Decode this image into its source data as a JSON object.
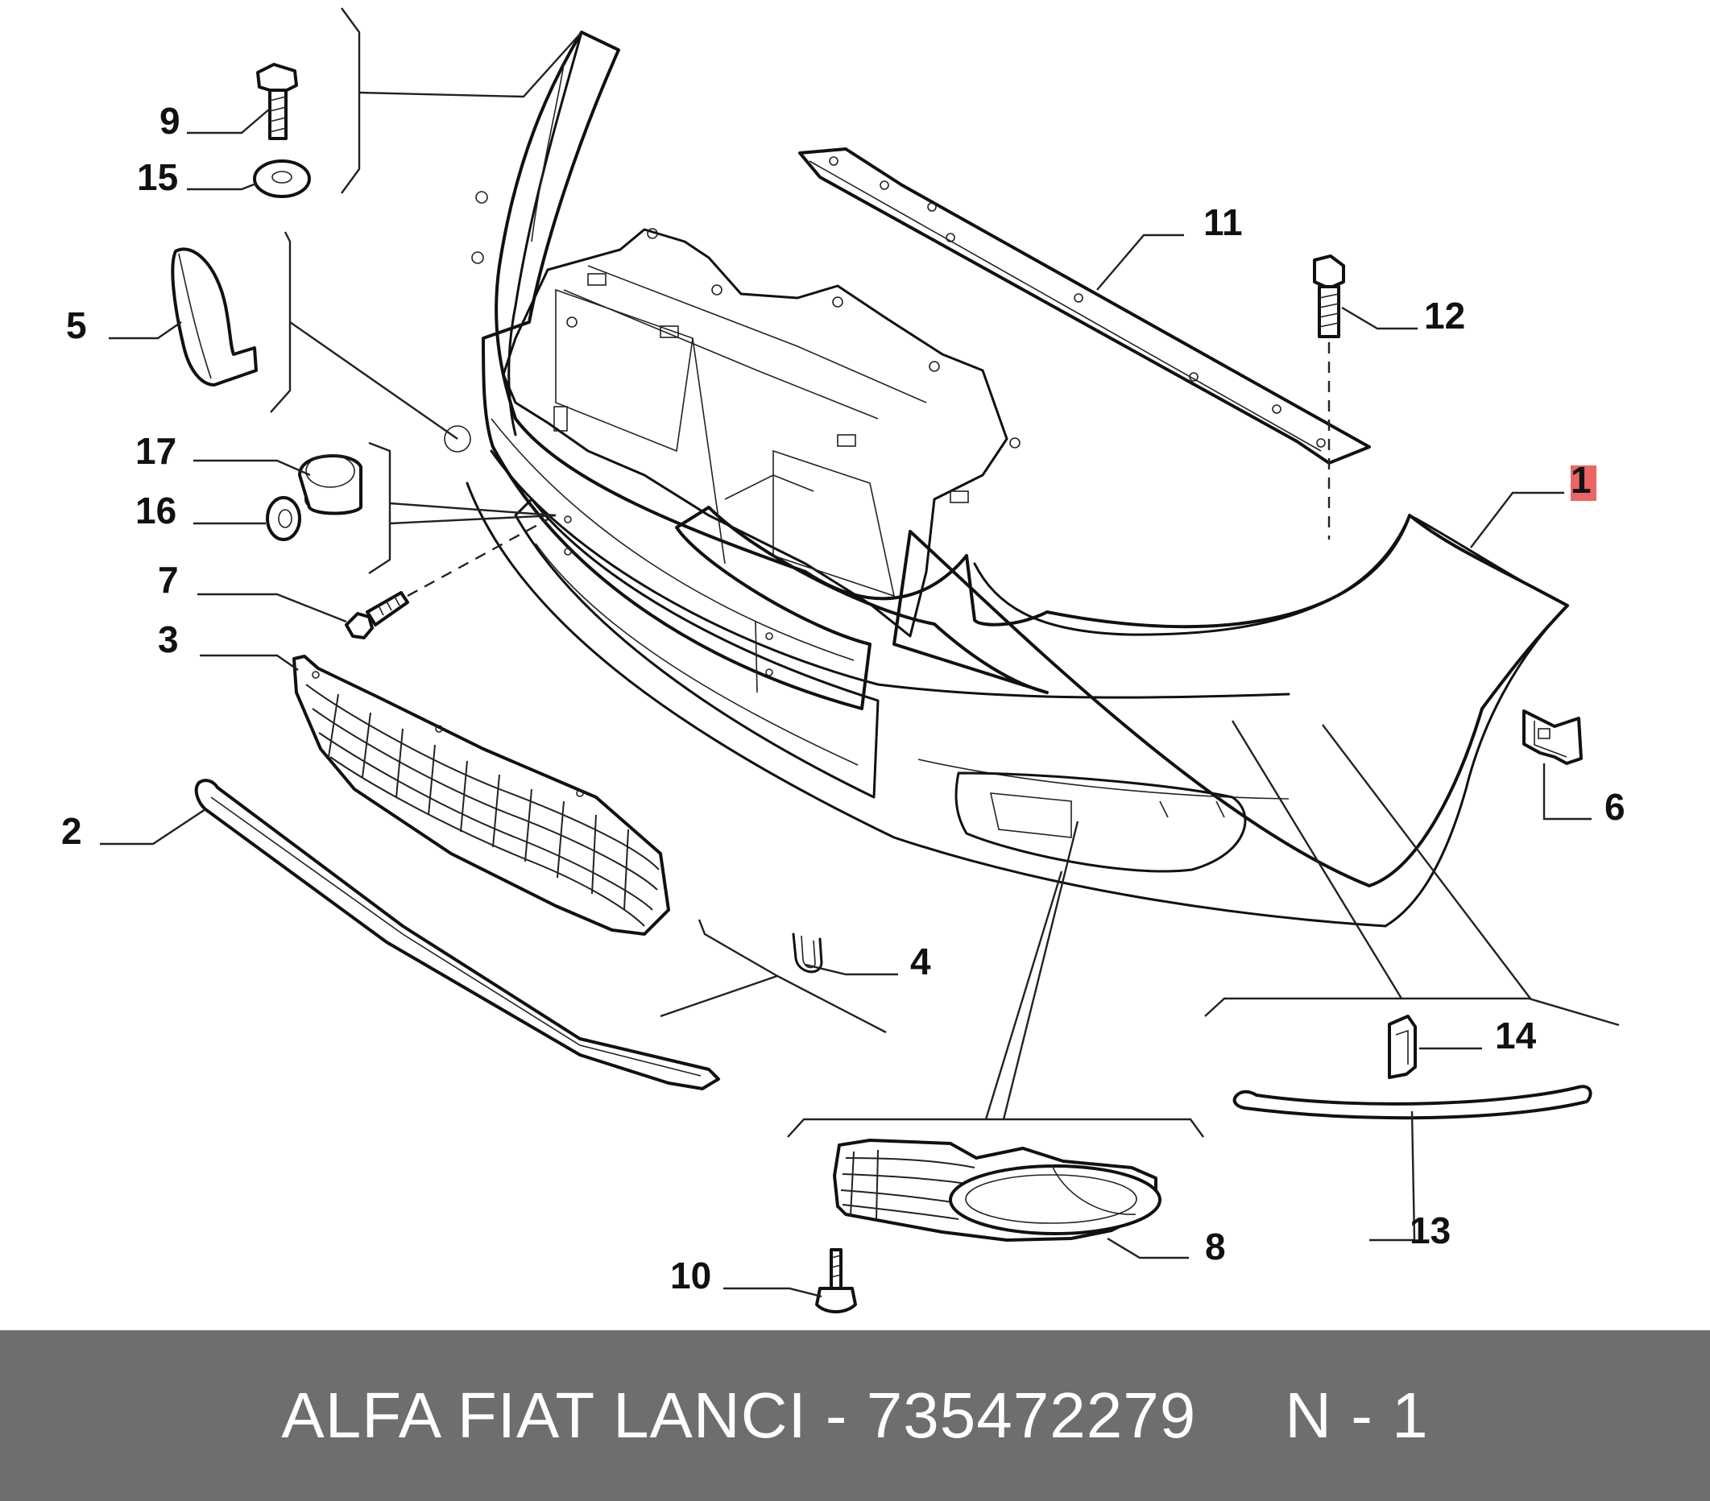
{
  "callouts": {
    "c1": "1",
    "c2": "2",
    "c3": "3",
    "c4": "4",
    "c5": "5",
    "c6": "6",
    "c7": "7",
    "c8": "8",
    "c9": "9",
    "c10": "10",
    "c11": "11",
    "c12": "12",
    "c13": "13",
    "c14": "14",
    "c15": "15",
    "c16": "16",
    "c17": "17"
  },
  "highlight_color": "#e84a4a",
  "footer": {
    "brand_part": "ALFA FIAT LANCI - 735472279",
    "reference": "N - 1"
  }
}
